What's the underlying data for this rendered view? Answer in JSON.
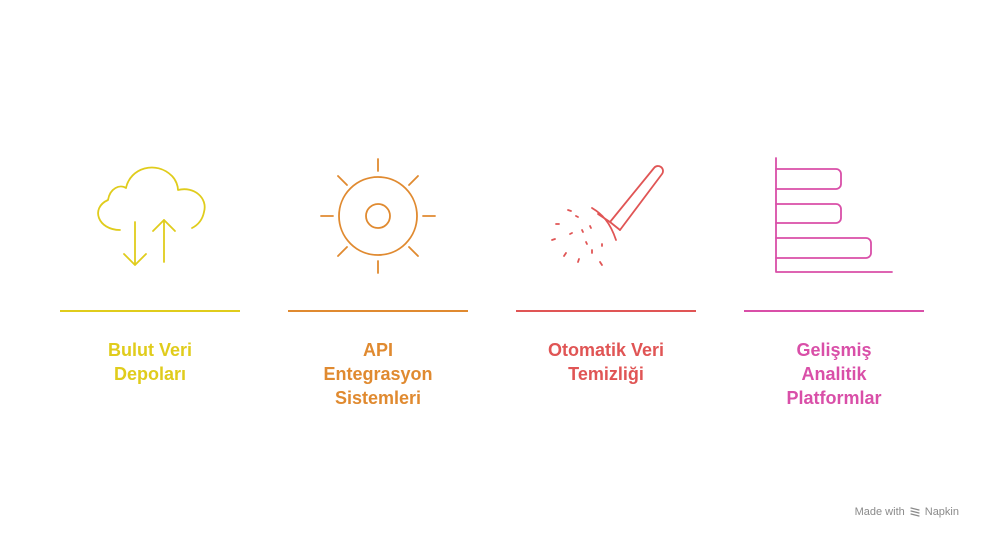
{
  "items": [
    {
      "label_lines": [
        "Bulut Veri",
        "Depoları"
      ],
      "icon": "cloud-sync-icon",
      "color": "#E0CC1C"
    },
    {
      "label_lines": [
        "API",
        "Entegrasyon",
        "Sistemleri"
      ],
      "icon": "sun-gear-icon",
      "color": "#E08A30"
    },
    {
      "label_lines": [
        "Otomatik Veri",
        "Temizliği"
      ],
      "icon": "spray-brush-icon",
      "color": "#E05555"
    },
    {
      "label_lines": [
        "Gelişmiş",
        "Analitik",
        "Platformlar"
      ],
      "icon": "bar-chart-icon",
      "color": "#D94FA8"
    }
  ],
  "footer": {
    "made_with": "Made with",
    "brand": "Napkin"
  }
}
